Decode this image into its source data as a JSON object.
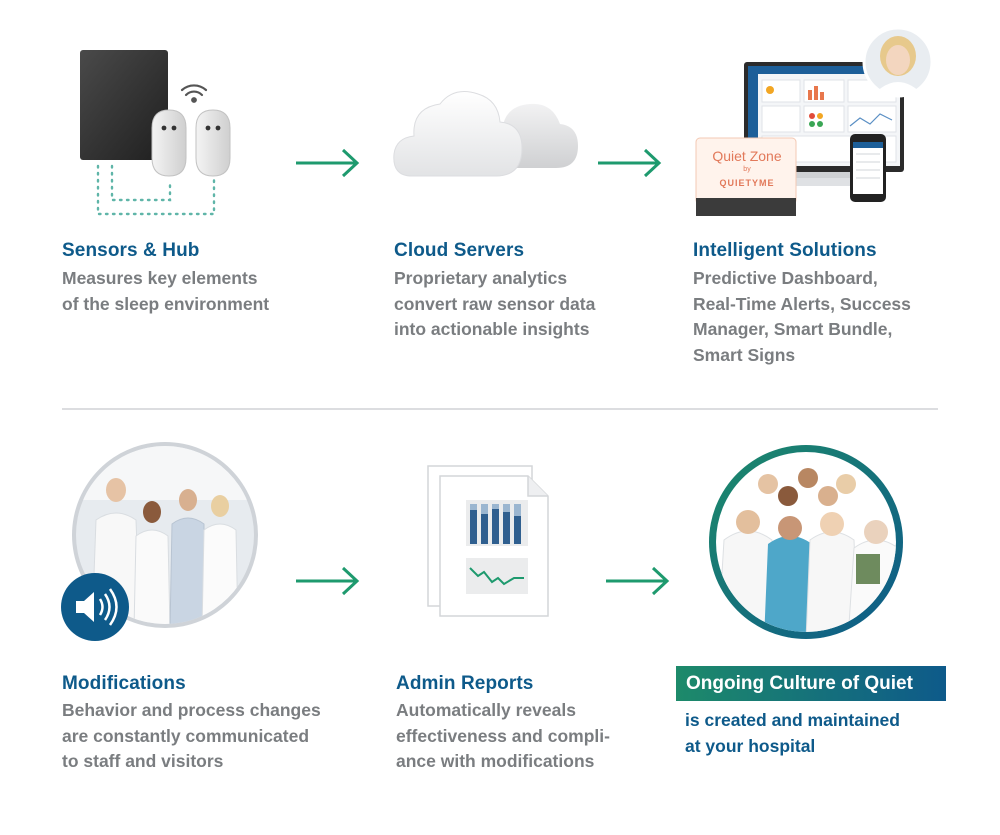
{
  "steps": [
    {
      "title": "Sensors & Hub",
      "desc": "Measures key elements\nof the sleep environment"
    },
    {
      "title": "Cloud Servers",
      "desc": "Proprietary analytics\nconvert raw sensor data\ninto actionable insights"
    },
    {
      "title": "Intelligent Solutions",
      "desc": "Predictive Dashboard,\nReal-Time Alerts, Success\nManager, Smart Bundle,\nSmart Signs"
    },
    {
      "title": "Modifications",
      "desc": "Behavior and process changes\nare constantly communicated\nto staff and visitors"
    },
    {
      "title": "Admin Reports",
      "desc": "Automatically reveals\neffectiveness and compli-\nance with modifications"
    }
  ],
  "culture": {
    "badge": "Ongoing Culture of Quiet",
    "desc": "is created and maintained\nat your hospital"
  },
  "sign": {
    "line1": "Quiet Zone",
    "line2": "by",
    "brand": "QUIETYME"
  },
  "colors": {
    "arrow": "#1e9a6e",
    "title": "#0e5a8a",
    "text": "#7a7d80",
    "chart_bar": "#2f5f8f",
    "chart_line": "#1e9a6e"
  }
}
